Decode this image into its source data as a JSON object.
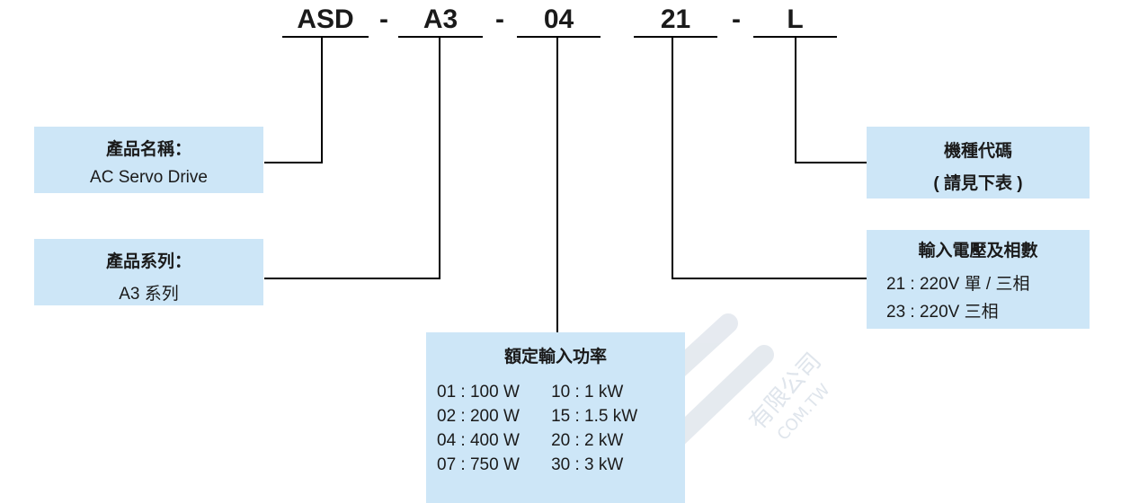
{
  "code": {
    "seg1": "ASD",
    "dash1": "-",
    "seg2": "A3",
    "dash2": "-",
    "seg3": "04",
    "seg4": "21",
    "dash3": "-",
    "seg5": "L"
  },
  "product_name": {
    "title": "產品名稱：",
    "value": "AC Servo Drive"
  },
  "product_series": {
    "title": "產品系列：",
    "value": "A3 系列"
  },
  "model_code": {
    "title": "機種代碼",
    "value": "( 請見下表 )"
  },
  "voltage_phase": {
    "title": "輸入電壓及相數",
    "lines": [
      "21 : 220V 單 / 三相",
      "23 : 220V 三相"
    ]
  },
  "rated_power": {
    "title": "額定輸入功率",
    "rows": [
      [
        "01 : 100 W",
        "10 : 1 kW"
      ],
      [
        "02 : 200 W",
        "15 : 1.5 kW"
      ],
      [
        "04 : 400 W",
        "20 : 2 kW"
      ],
      [
        "07 : 750 W",
        "30 : 3 kW"
      ]
    ]
  },
  "watermark": {
    "text": "有限公司",
    "sub": "COM.TW",
    "color": "#dfe6ee"
  },
  "colors": {
    "box_fill": "#cde6f7",
    "line": "#000000"
  }
}
